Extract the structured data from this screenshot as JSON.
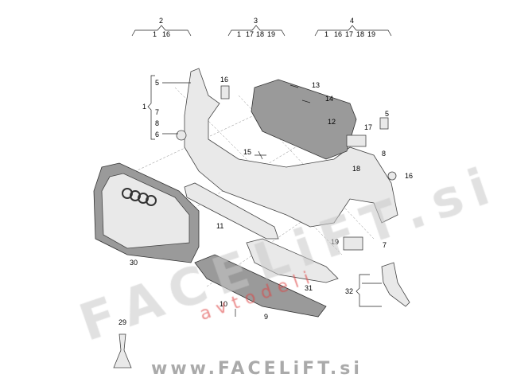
{
  "groups": [
    {
      "id": "2",
      "items": [
        "1",
        "16"
      ]
    },
    {
      "id": "3",
      "items": [
        "1",
        "17",
        "18",
        "19"
      ]
    },
    {
      "id": "4",
      "items": [
        "1",
        "16",
        "17",
        "18",
        "19"
      ]
    }
  ],
  "bracket_left": {
    "id": "1",
    "items": [
      "5",
      "7",
      "8",
      "6"
    ]
  },
  "callouts": {
    "c16a": "16",
    "c13": "13",
    "c14": "14",
    "c12": "12",
    "c5": "5",
    "c17": "17",
    "c8": "8",
    "c18": "18",
    "c15": "15",
    "c16b": "16",
    "c11": "11",
    "c19": "19",
    "c7": "7",
    "c30": "30",
    "c31": "31",
    "c32": "32",
    "c10": "10",
    "c9": "9",
    "c29": "29"
  },
  "watermark": {
    "main": "FACELiFT.si",
    "sub": "avtodeli",
    "url": "www.FACELiFT.si"
  }
}
